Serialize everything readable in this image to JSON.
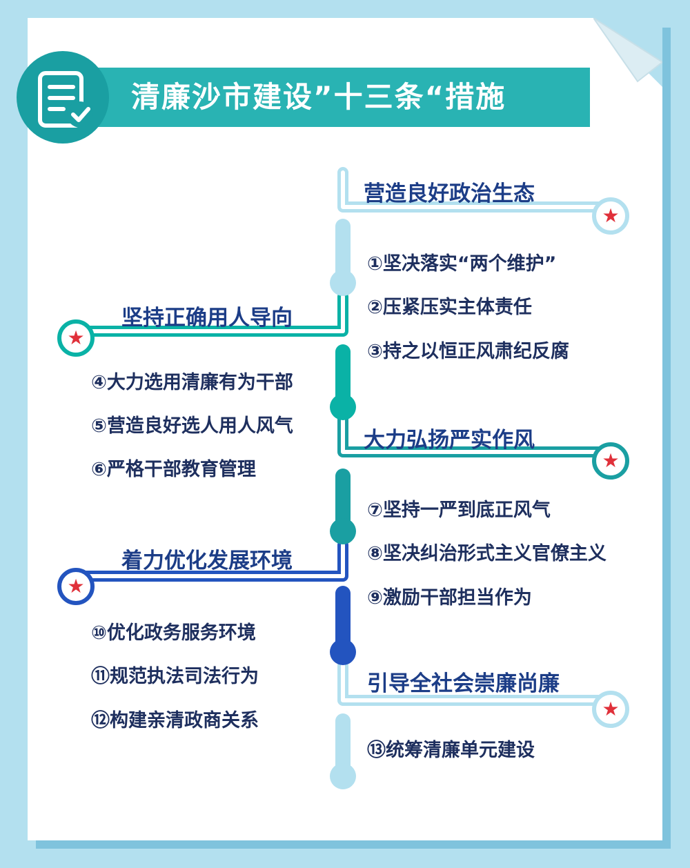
{
  "title": "清廉沙市建设”十三条“措施",
  "icons": {
    "title_icon": "checklist-document-icon",
    "marker_icon": "red-star-icon"
  },
  "colors": {
    "background": "#b3e0ef",
    "teal": "#29b3b3",
    "light_blue": "#b3e0ef",
    "mid_teal": "#0ab2a6",
    "dark_teal": "#1a9fa2",
    "blue": "#2354bf",
    "star": "#e0303a",
    "heading_text": "#1c3d87"
  },
  "sections": [
    {
      "heading": "营造良好政治生态",
      "items": [
        "①坚决落实“两个维护”",
        "②压紧压实主体责任",
        "③持之以恒正风肃纪反腐"
      ]
    },
    {
      "heading": "坚持正确用人导向",
      "items": [
        "④大力选用清廉有为干部",
        "⑤营造良好选人用人风气",
        "⑥严格干部教育管理"
      ]
    },
    {
      "heading": "大力弘扬严实作风",
      "items": [
        "⑦坚持一严到底正风气",
        "⑧坚决纠治形式主义官僚主义",
        "⑨激励干部担当作为"
      ]
    },
    {
      "heading": "着力优化发展环境",
      "items": [
        "⑩优化政务服务环境",
        "⑪规范执法司法行为",
        "⑫构建亲清政商关系"
      ]
    },
    {
      "heading": "引导全社会崇廉尚廉",
      "items": [
        "⑬统筹清廉单元建设"
      ]
    }
  ]
}
